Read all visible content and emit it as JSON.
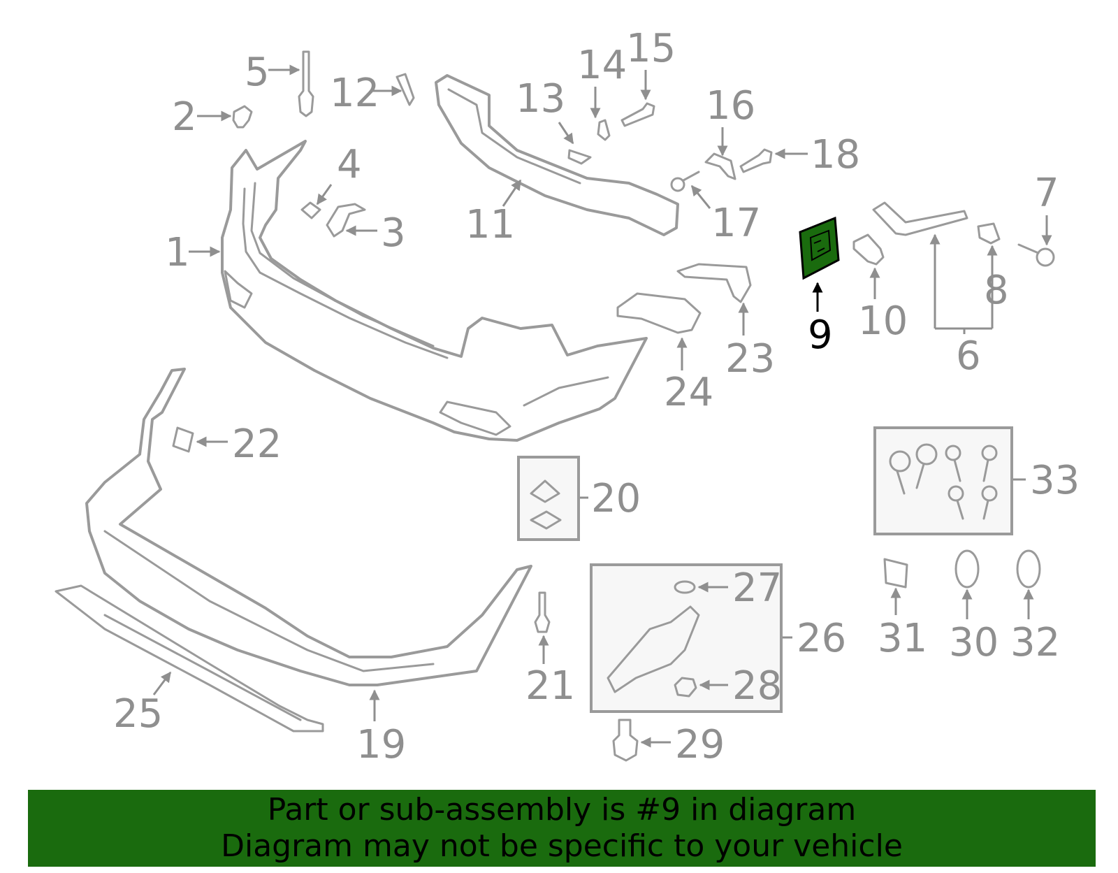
{
  "diagram": {
    "highlight_color": "#1a6b0e",
    "highlighted_part": "9",
    "callouts": {
      "c1": "1",
      "c2": "2",
      "c3": "3",
      "c4": "4",
      "c5": "5",
      "c6": "6",
      "c7": "7",
      "c8": "8",
      "c9": "9",
      "c10": "10",
      "c11": "11",
      "c12": "12",
      "c13": "13",
      "c14": "14",
      "c15": "15",
      "c16": "16",
      "c17": "17",
      "c18": "18",
      "c19": "19",
      "c20": "20",
      "c21": "21",
      "c22": "22",
      "c23": "23",
      "c24": "24",
      "c25": "25",
      "c26": "26",
      "c27": "27",
      "c28": "28",
      "c29": "29",
      "c30": "30",
      "c31": "31",
      "c32": "32",
      "c33": "33"
    }
  },
  "banner": {
    "line1": "Part or sub-assembly is #9 in diagram",
    "line2": "Diagram may not be specific to your vehicle"
  }
}
